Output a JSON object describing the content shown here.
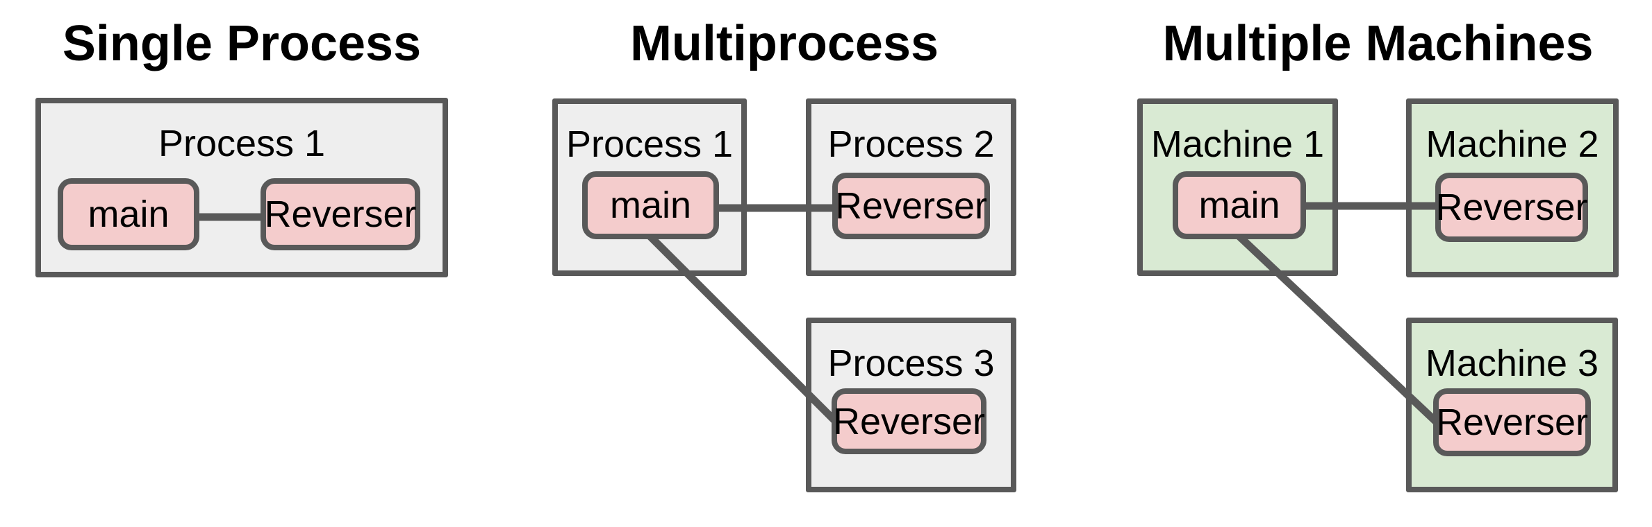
{
  "colors": {
    "border": "#595959",
    "connector": "#595959",
    "process_fill": "#eeeeee",
    "machine_fill": "#d9ead3",
    "node_fill": "#f4cccc",
    "text": "#000000",
    "background": "#ffffff"
  },
  "diagrams": [
    {
      "title": "Single Process",
      "containers": [
        {
          "label": "Process 1",
          "fill": "gray",
          "nodes": [
            {
              "label": "main"
            },
            {
              "label": "Reverser"
            }
          ]
        }
      ]
    },
    {
      "title": "Multiprocess",
      "containers": [
        {
          "label": "Process 1",
          "fill": "gray",
          "nodes": [
            {
              "label": "main"
            }
          ]
        },
        {
          "label": "Process 2",
          "fill": "gray",
          "nodes": [
            {
              "label": "Reverser"
            }
          ]
        },
        {
          "label": "Process 3",
          "fill": "gray",
          "nodes": [
            {
              "label": "Reverser"
            }
          ]
        }
      ]
    },
    {
      "title": "Multiple Machines",
      "containers": [
        {
          "label": "Machine 1",
          "fill": "green",
          "nodes": [
            {
              "label": "main"
            }
          ]
        },
        {
          "label": "Machine 2",
          "fill": "green",
          "nodes": [
            {
              "label": "Reverser"
            }
          ]
        },
        {
          "label": "Machine 3",
          "fill": "green",
          "nodes": [
            {
              "label": "Reverser"
            }
          ]
        }
      ]
    }
  ],
  "connections": [
    {
      "diagram": "Single Process",
      "from": "main (Process 1)",
      "to": "Reverser (Process 1)",
      "shape": "horizontal"
    },
    {
      "diagram": "Multiprocess",
      "from": "main (Process 1)",
      "to": "Reverser (Process 2)",
      "shape": "horizontal"
    },
    {
      "diagram": "Multiprocess",
      "from": "main (Process 1)",
      "to": "Reverser (Process 3)",
      "shape": "diagonal"
    },
    {
      "diagram": "Multiple Machines",
      "from": "main (Machine 1)",
      "to": "Reverser (Machine 2)",
      "shape": "horizontal"
    },
    {
      "diagram": "Multiple Machines",
      "from": "main (Machine 1)",
      "to": "Reverser (Machine 3)",
      "shape": "diagonal"
    }
  ]
}
